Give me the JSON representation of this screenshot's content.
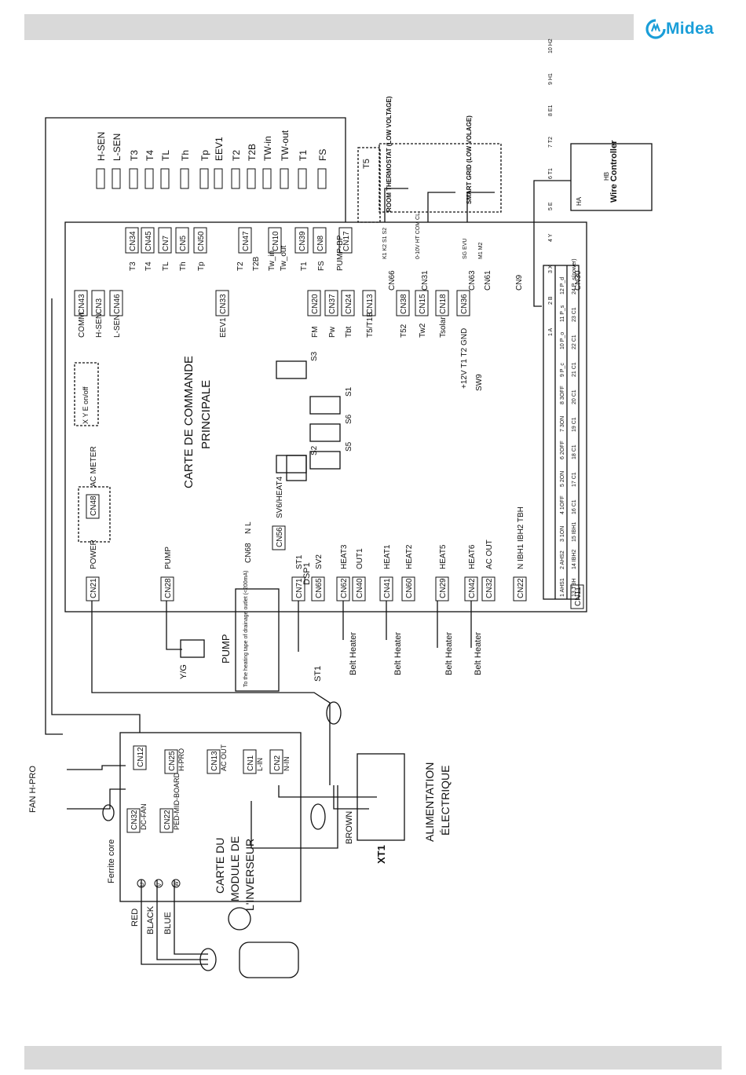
{
  "logo": {
    "text": "Midea",
    "color": "#1a9ed8"
  },
  "main_board": {
    "title_line1": "CARTE DE COMMANDE",
    "title_line2": "PRINCIPALE",
    "top_connectors": [
      "CN34",
      "CN45",
      "CN7",
      "CN5",
      "CN50",
      "CN47",
      "CN10",
      "CN39",
      "CN8",
      "CN17"
    ],
    "top_labels": [
      "T3",
      "T4",
      "TL",
      "Th",
      "Tp",
      "T2",
      "T2B",
      "Tw_in",
      "Tw_out",
      "T1",
      "FS",
      "PUMP-BP"
    ],
    "sensor_labels": [
      "H-SEN",
      "L-SEN",
      "T3",
      "T4",
      "TL",
      "Th",
      "Tp",
      "EEV1",
      "T2",
      "T2B",
      "TW-in",
      "TW-out",
      "T1",
      "FS"
    ],
    "left_column": [
      {
        "cn": "CN43",
        "label": "COMM"
      },
      {
        "cn": "CN3",
        "label": "H-SEN"
      },
      {
        "cn": "CN46",
        "label": "L-SEN"
      },
      {
        "cn": "CN33",
        "label": "EEV1"
      }
    ],
    "mid_column": [
      {
        "cn": "CN20",
        "label": "FM"
      },
      {
        "cn": "CN37",
        "label": "Pw"
      },
      {
        "cn": "CN24",
        "label": "Tbt"
      },
      {
        "cn": "CN13",
        "label": "T5/T1B"
      },
      {
        "cn": "CN38",
        "label": "T52"
      },
      {
        "cn": "CN15",
        "label": "Tw2"
      },
      {
        "cn": "CN18",
        "label": "Tsolar"
      },
      {
        "cn": "CN36",
        "label": "+12V T1 T2 GND"
      }
    ],
    "right_connectors": [
      {
        "cn": "CN66",
        "pins": "K1 K2 S1 S2"
      },
      {
        "cn": "CN31",
        "pins": "0-10V HT COM CL"
      },
      {
        "cn": "CN63",
        "pins": "SG EVU"
      },
      {
        "cn": "CN61",
        "pins": "M1 M2"
      },
      {
        "cn": "CN9",
        "pins": ""
      },
      {
        "cn": "CN30",
        "pins": ""
      }
    ],
    "left_bottom": [
      {
        "cn": "CN21",
        "label": "POWER"
      },
      {
        "cn": "CN28",
        "label": "PUMP"
      },
      {
        "cn": "CN48",
        "label": "AC METER"
      },
      {
        "cn": "CN68",
        "label": "N L"
      },
      {
        "cn": "CN56",
        "label": "SV6/HEAT4"
      },
      {
        "cn": "CN71",
        "label": "ST1"
      },
      {
        "cn": "CN65",
        "label": "SV2"
      },
      {
        "cn": "CN62",
        "label": "HEAT3"
      },
      {
        "cn": "CN40",
        "label": "OUT1"
      },
      {
        "cn": "CN41",
        "label": "HEAT1"
      },
      {
        "cn": "CN60",
        "label": "HEAT2"
      },
      {
        "cn": "CN29",
        "label": "HEAT5"
      },
      {
        "cn": "CN42",
        "label": "HEAT6"
      },
      {
        "cn": "CN32",
        "label": "AC OUT"
      },
      {
        "cn": "CN22",
        "label": "N IBH1 IBH2 TBH"
      },
      {
        "cn": "CN11",
        "label": ""
      }
    ],
    "switches": [
      "S5",
      "S6",
      "S1",
      "S2",
      "S3",
      "SW9"
    ],
    "display": "DSP1",
    "xye": "X Y E on/off",
    "terminal_row1": [
      "1 A",
      "2 B",
      "3 X",
      "4 Y",
      "5 E",
      "6 T1",
      "7 T2",
      "8 E1",
      "9 H1",
      "10 H2"
    ],
    "terminal_row2": [
      "1 AHS1",
      "2 AHS2",
      "3 1ON",
      "4 1OFF",
      "5 2ON",
      "6 2OFF",
      "7 3ON",
      "8 3OFF",
      "9 P_c",
      "10 P_o",
      "11 P_s",
      "12 P_d"
    ],
    "terminal_row3": [
      "13 TBH",
      "14 IBH2",
      "15 IBH1",
      "16 C1",
      "17 C1",
      "18 C1",
      "19 C1",
      "20 C1",
      "21 C1",
      "22 C1",
      "23 C1",
      "24 P_s(power)"
    ]
  },
  "room_thermostat": "ROOM THERMOSTAT (LOW VOLTAGE)",
  "smart_grid": "SMART GRID (LOW VOLAGE)",
  "wire_controller": "Wire Controller",
  "hb_ha": [
    "HB",
    "HA"
  ],
  "t5_label": "T5",
  "inverter": {
    "title_line1": "CARTE DU",
    "title_line2": "MODULE DE",
    "title_line3": "L'INVERSEUR",
    "connectors": [
      {
        "cn": "CN12",
        "label": ""
      },
      {
        "cn": "CN25",
        "label": "H-PRO"
      },
      {
        "cn": "CN13",
        "label": "AC OUT"
      },
      {
        "cn": "CN1",
        "label": "L-IN"
      },
      {
        "cn": "CN2",
        "label": "N-IN"
      },
      {
        "cn": "CN32",
        "label": "DC-FAN"
      },
      {
        "cn": "CN22",
        "label": "PED-MID-BOARD"
      }
    ],
    "uvw": [
      "U",
      "V",
      "W"
    ]
  },
  "external": {
    "fan_hpro": "FAN  H-PRO",
    "ferrite_core": "Ferrite core",
    "red": "RED",
    "black": "BLACK",
    "blue": "BLUE",
    "brown": "BROWN",
    "yg": "Y/G",
    "xt1": "XT1",
    "pump": "PUMP",
    "belt_heater": "Belt Heater",
    "st1": "ST1",
    "heating_tape": "To the heating tape of drainage outlet (<200mA)",
    "power_title_line1": "ALIMENTATION",
    "power_title_line2": "ÉLECTRIQUE"
  }
}
